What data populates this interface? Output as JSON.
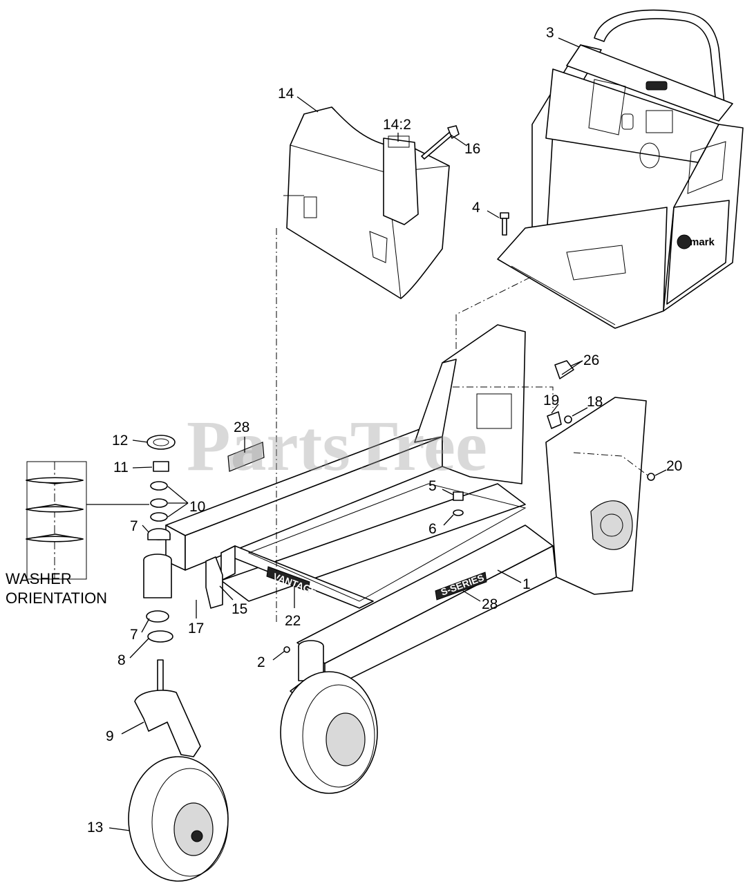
{
  "watermark": "PartsTree",
  "washer_note": {
    "line1": "WASHER",
    "line2": "ORIENTATION"
  },
  "decals": {
    "frame_logo": "VANTAGE",
    "series_logo": "S-SERIES",
    "brand": "mark"
  },
  "callouts": {
    "c1": "1",
    "c2": "2",
    "c3": "3",
    "c4": "4",
    "c5": "5",
    "c6": "6",
    "c7a": "7",
    "c7b": "7",
    "c8": "8",
    "c9": "9",
    "c10": "10",
    "c11": "11",
    "c12": "12",
    "c13": "13",
    "c14": "14",
    "c14_2": "14:2",
    "c15": "15",
    "c16": "16",
    "c17": "17",
    "c18": "18",
    "c19": "19",
    "c20": "20",
    "c22": "22",
    "c26": "26",
    "c28a": "28",
    "c28b": "28"
  }
}
